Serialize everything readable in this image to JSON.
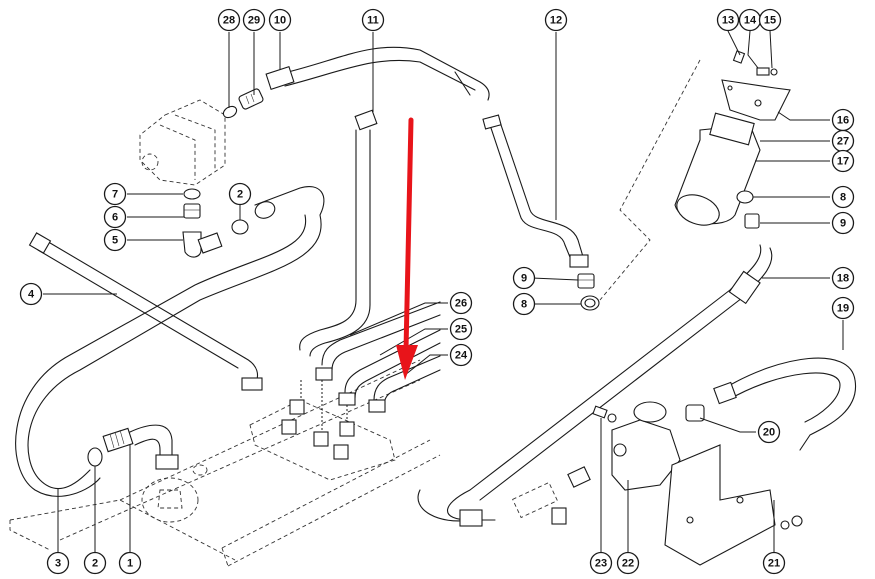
{
  "diagram": {
    "type": "exploded-parts-view",
    "subject": "hydraulic hose and fitting assembly",
    "highlight_color": "#b5c25a",
    "arrow_color": "#e8141a",
    "highlighted_part": "24",
    "arrow_target_part": "24"
  },
  "callouts": [
    {
      "id": "c28",
      "label": "28",
      "part": "seal ring"
    },
    {
      "id": "c29",
      "label": "29",
      "part": "adapter fitting"
    },
    {
      "id": "c10",
      "label": "10",
      "part": "hose"
    },
    {
      "id": "c11",
      "label": "11",
      "part": "hose"
    },
    {
      "id": "c12",
      "label": "12",
      "part": "pipe"
    },
    {
      "id": "c13",
      "label": "13",
      "part": "washer"
    },
    {
      "id": "c14",
      "label": "14",
      "part": "bolt"
    },
    {
      "id": "c15",
      "label": "15",
      "part": "nut"
    },
    {
      "id": "c16",
      "label": "16",
      "part": "mounting bracket"
    },
    {
      "id": "c27",
      "label": "27",
      "part": "filter head"
    },
    {
      "id": "c17",
      "label": "17",
      "part": "filter"
    },
    {
      "id": "c8r",
      "label": "8",
      "part": "seal ring"
    },
    {
      "id": "c9r",
      "label": "9",
      "part": "adapter"
    },
    {
      "id": "c18",
      "label": "18",
      "part": "hose"
    },
    {
      "id": "c19",
      "label": "19",
      "part": "hose"
    },
    {
      "id": "c20",
      "label": "20",
      "part": "adapter"
    },
    {
      "id": "c21",
      "label": "21",
      "part": "bracket"
    },
    {
      "id": "c22",
      "label": "22",
      "part": "valve block"
    },
    {
      "id": "c23",
      "label": "23",
      "part": "screw"
    },
    {
      "id": "c24",
      "label": "24",
      "part": "hose",
      "highlighted": true
    },
    {
      "id": "c25",
      "label": "25",
      "part": "hose"
    },
    {
      "id": "c26",
      "label": "26",
      "part": "hose"
    },
    {
      "id": "c9m",
      "label": "9",
      "part": "adapter"
    },
    {
      "id": "c8m",
      "label": "8",
      "part": "seal ring"
    },
    {
      "id": "c7",
      "label": "7",
      "part": "seal ring"
    },
    {
      "id": "c6",
      "label": "6",
      "part": "adapter"
    },
    {
      "id": "c5",
      "label": "5",
      "part": "elbow fitting"
    },
    {
      "id": "c2t",
      "label": "2",
      "part": "hose clamp"
    },
    {
      "id": "c4",
      "label": "4",
      "part": "pipe"
    },
    {
      "id": "c3",
      "label": "3",
      "part": "hose"
    },
    {
      "id": "c2b",
      "label": "2",
      "part": "hose clamp"
    },
    {
      "id": "c1",
      "label": "1",
      "part": "pipe"
    }
  ]
}
